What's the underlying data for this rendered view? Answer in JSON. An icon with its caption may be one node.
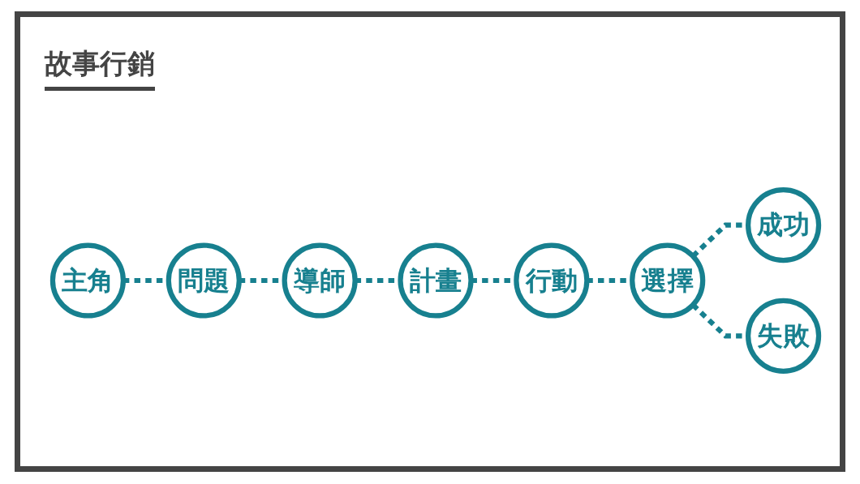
{
  "diagram": {
    "title": "故事行銷",
    "nodes": [
      {
        "text": [
          "主角"
        ]
      },
      {
        "text": [
          "問題"
        ]
      },
      {
        "text": [
          "導師"
        ]
      },
      {
        "text": [
          "計畫"
        ]
      },
      {
        "text": [
          "行動"
        ]
      },
      {
        "text": [
          "選擇"
        ]
      },
      {
        "text": [
          "成功"
        ]
      },
      {
        "text": [
          "失敗"
        ]
      }
    ],
    "edges": [
      {
        "from": 0,
        "to": 1,
        "arrow": "none",
        "style": "dashed"
      },
      {
        "from": 1,
        "to": 2,
        "arrow": "none",
        "style": "dashed"
      },
      {
        "from": 2,
        "to": 3,
        "arrow": "none",
        "style": "dashed"
      },
      {
        "from": 3,
        "to": 4,
        "arrow": "none",
        "style": "dashed"
      },
      {
        "from": 4,
        "to": 5,
        "arrow": "none",
        "style": "dashed"
      },
      {
        "from": 5,
        "to": 6,
        "arrow": "none",
        "style": "dashed"
      },
      {
        "from": 5,
        "to": 7,
        "arrow": "none",
        "style": "dashed"
      }
    ]
  }
}
